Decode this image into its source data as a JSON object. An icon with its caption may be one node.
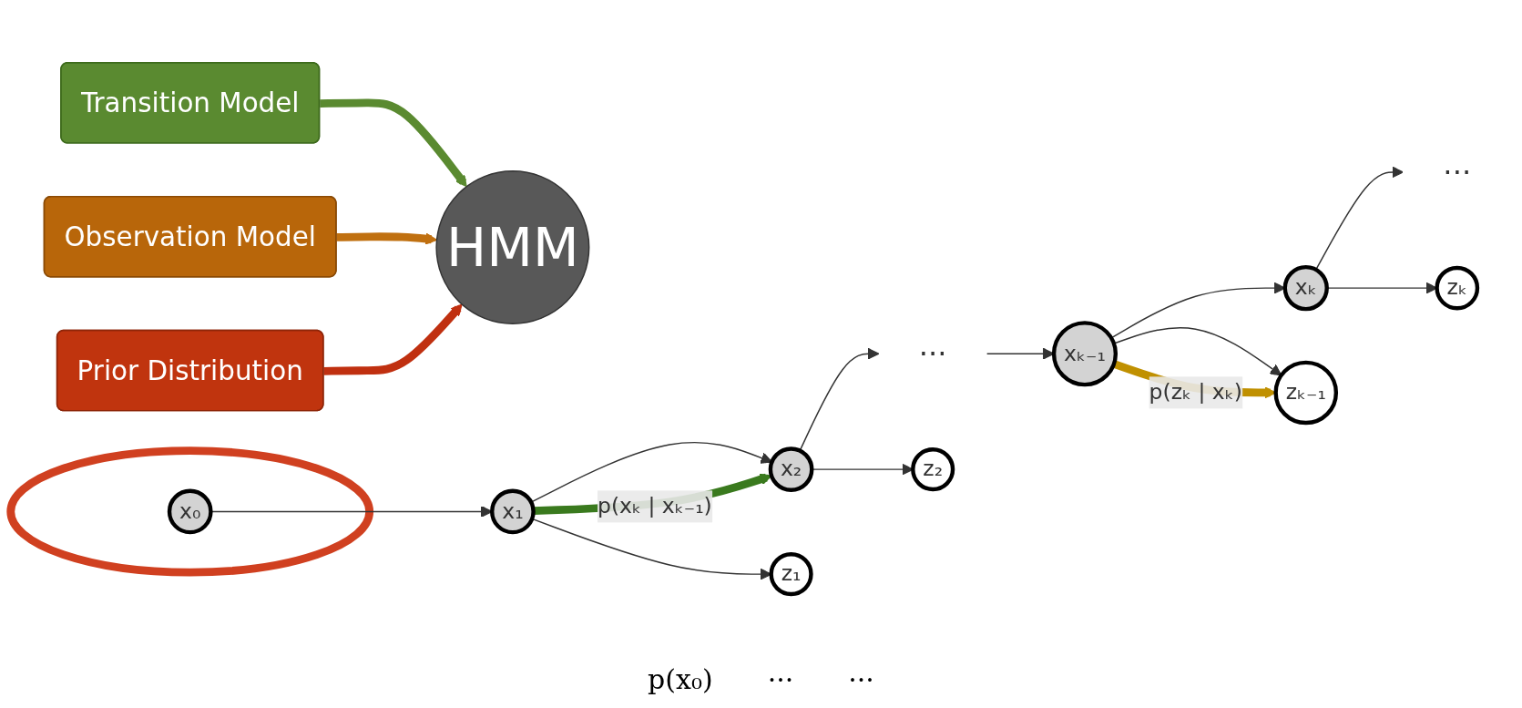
{
  "diagram": {
    "nodes": [
      {
        "text": [
          "Observation Model"
        ]
      },
      {
        "text": [
          "Transition Model"
        ]
      },
      {
        "text": [
          "Prior Distribution"
        ]
      },
      {
        "text": [
          "HMM"
        ]
      },
      {
        "text": [],
        "shape": "circle"
      },
      {
        "text": [
          "x₀"
        ],
        "in": 4
      },
      {
        "text": [
          "x₁"
        ]
      },
      {
        "text": [
          "x₂"
        ]
      },
      {
        "text": [
          "···"
        ]
      },
      {
        "text": [
          "xₖ₋₁"
        ]
      },
      {
        "text": [
          "xₖ"
        ]
      },
      {
        "text": [
          "···"
        ]
      },
      {
        "text": [
          "z₁"
        ]
      },
      {
        "text": [
          "z₂"
        ]
      },
      {
        "text": [
          "zₖ₋₁"
        ]
      },
      {
        "text": [
          "zₖ"
        ]
      }
    ],
    "edges": [
      {
        "from": 1,
        "to": 3,
        "arrow": "to",
        "style": "thick",
        "color": "#5a8a30"
      },
      {
        "from": 0,
        "to": 3,
        "arrow": "to",
        "style": "thick",
        "color": "#c07010"
      },
      {
        "from": 2,
        "to": 3,
        "arrow": "to",
        "style": "thick",
        "color": "#c03010"
      },
      {
        "from": 5,
        "to": 6,
        "arrow": "to"
      },
      {
        "from": 6,
        "to": 7,
        "arrow": "to"
      },
      {
        "from": 7,
        "to": 8,
        "arrow": "to"
      },
      {
        "from": 8,
        "to": 9,
        "arrow": "to"
      },
      {
        "from": 9,
        "to": 10,
        "arrow": "to"
      },
      {
        "from": 10,
        "to": 11,
        "arrow": "to"
      },
      {
        "from": 6,
        "to": 12,
        "arrow": "to"
      },
      {
        "from": 7,
        "to": 13,
        "arrow": "to"
      },
      {
        "from": 9,
        "to": 14,
        "arrow": "to"
      },
      {
        "from": 10,
        "to": 15,
        "arrow": "to"
      },
      {
        "from": 6,
        "to": 7,
        "arrow": "to",
        "label": "p(xₖ | xₖ₋₁)",
        "style": "thick",
        "color": "#3a7a1e"
      },
      {
        "from": 9,
        "to": 14,
        "arrow": "to",
        "label": "p(zₖ | xₖ)",
        "style": "thick",
        "color": "#c09000"
      }
    ],
    "labels": [
      "p(x₀)",
      "···",
      "···"
    ]
  }
}
